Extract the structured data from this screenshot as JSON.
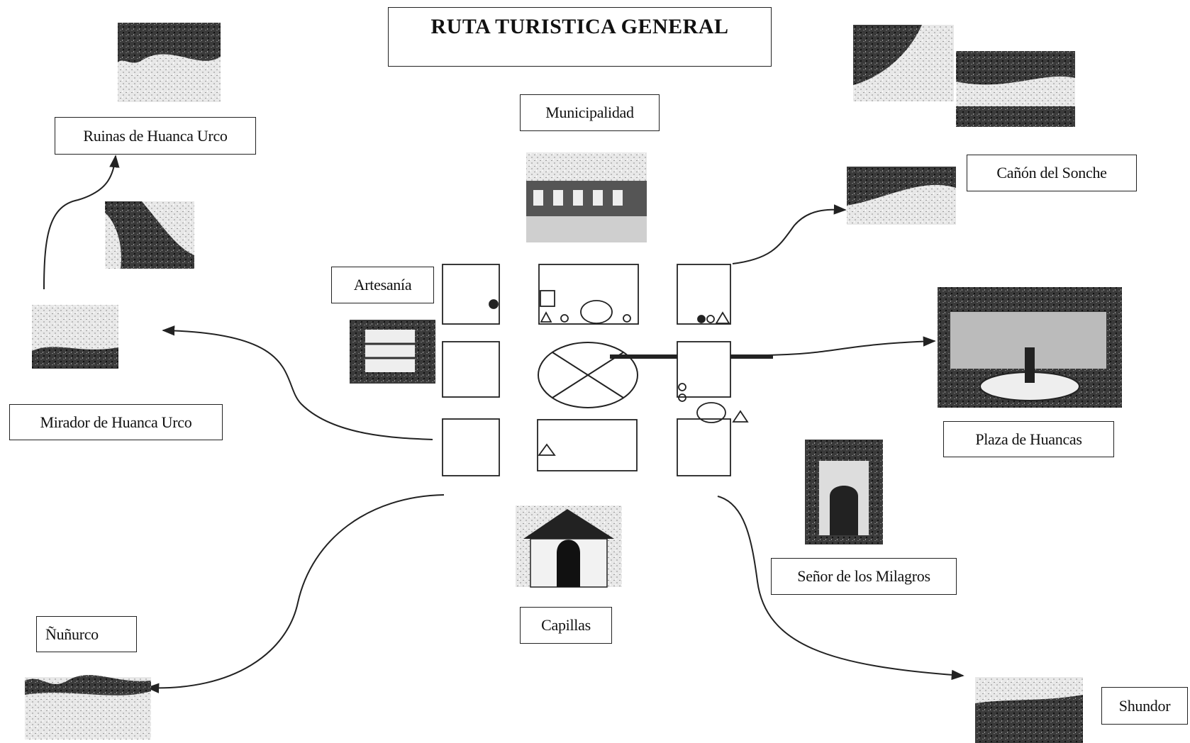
{
  "title": "RUTA TURISTICA  GENERAL",
  "labels": {
    "municipalidad": "Municipalidad",
    "ruinas": "Ruinas de Huanca Urco",
    "canon": "Cañón del Sonche",
    "artesania": "Artesanía",
    "plaza": "Plaza de Huancas",
    "mirador": "Mirador de Huanca Urco",
    "senor": "Señor de los Milagros",
    "capillas": "Capillas",
    "nunurco": "Ñuñurco",
    "shundor": "Shundor"
  },
  "photos": [
    {
      "name": "ruinas-photo-icon",
      "icon": "landscape-photo"
    },
    {
      "name": "canon-upper-photo-icon",
      "icon": "landscape-photo"
    },
    {
      "name": "canon-photo-icon",
      "icon": "landscape-photo"
    },
    {
      "name": "municipalidad-photo-icon",
      "icon": "building-photo"
    },
    {
      "name": "trail-photo-icon",
      "icon": "landscape-photo"
    },
    {
      "name": "mirador-photo-icon",
      "icon": "landscape-photo"
    },
    {
      "name": "artesania-photo-icon",
      "icon": "shop-photo"
    },
    {
      "name": "plaza-photo-icon",
      "icon": "fountain-photo"
    },
    {
      "name": "senor-photo-icon",
      "icon": "church-photo"
    },
    {
      "name": "capillas-photo-icon",
      "icon": "chapel-photo"
    },
    {
      "name": "nunurco-photo-icon",
      "icon": "landscape-photo"
    },
    {
      "name": "shundor-photo-icon",
      "icon": "landscape-photo"
    }
  ],
  "colors": {
    "ink": "#111111",
    "line": "#222222",
    "background": "#ffffff"
  }
}
